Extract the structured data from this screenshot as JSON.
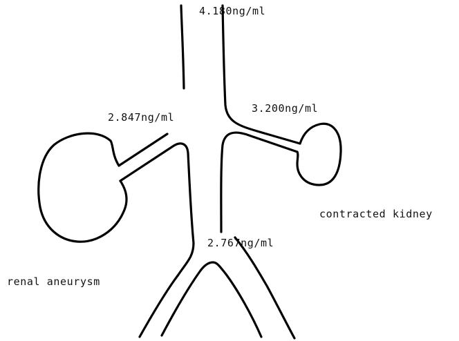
{
  "labels": {
    "suprarenal": "4.180ng/ml",
    "left_renal_vein": "2.847ng/ml",
    "right_renal_vein": "3.200ng/ml",
    "infrarenal": "2.767ng/ml",
    "contracted_kidney": "contracted kidney",
    "renal_aneurysm": "renal aneurysm"
  },
  "colors": {
    "line": "#000000",
    "text": "#111111",
    "background": "#ffffff"
  }
}
